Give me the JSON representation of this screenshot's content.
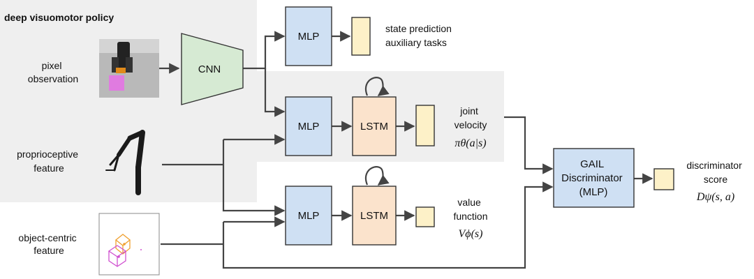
{
  "title": "deep visuomotor policy",
  "inputs": {
    "pixel": [
      "pixel",
      "observation"
    ],
    "proprio": [
      "proprioceptive",
      "feature"
    ],
    "object": [
      "object-centric",
      "feature"
    ]
  },
  "boxes": {
    "cnn": "CNN",
    "mlp_top": "MLP",
    "mlp_mid": "MLP",
    "lstm_mid": "LSTM",
    "mlp_bot": "MLP",
    "lstm_bot": "LSTM",
    "gail": [
      "GAIL",
      "Discriminator",
      "(MLP)"
    ]
  },
  "outputs": {
    "state": [
      "state prediction",
      "auxiliary tasks"
    ],
    "joint": [
      "joint",
      "velocity"
    ],
    "joint_math": "πθ(a|s)",
    "value": [
      "value",
      "function"
    ],
    "value_math": "Vϕ(s)",
    "disc": [
      "discriminator",
      "score"
    ],
    "disc_math": "Dψ(s, a)"
  },
  "colors": {
    "region": "#efefef",
    "mlp": "#cfe0f3",
    "lstm": "#fbe3cc",
    "cnn": "#d6ead3",
    "output": "#fdf1c8",
    "stroke": "#333333"
  }
}
